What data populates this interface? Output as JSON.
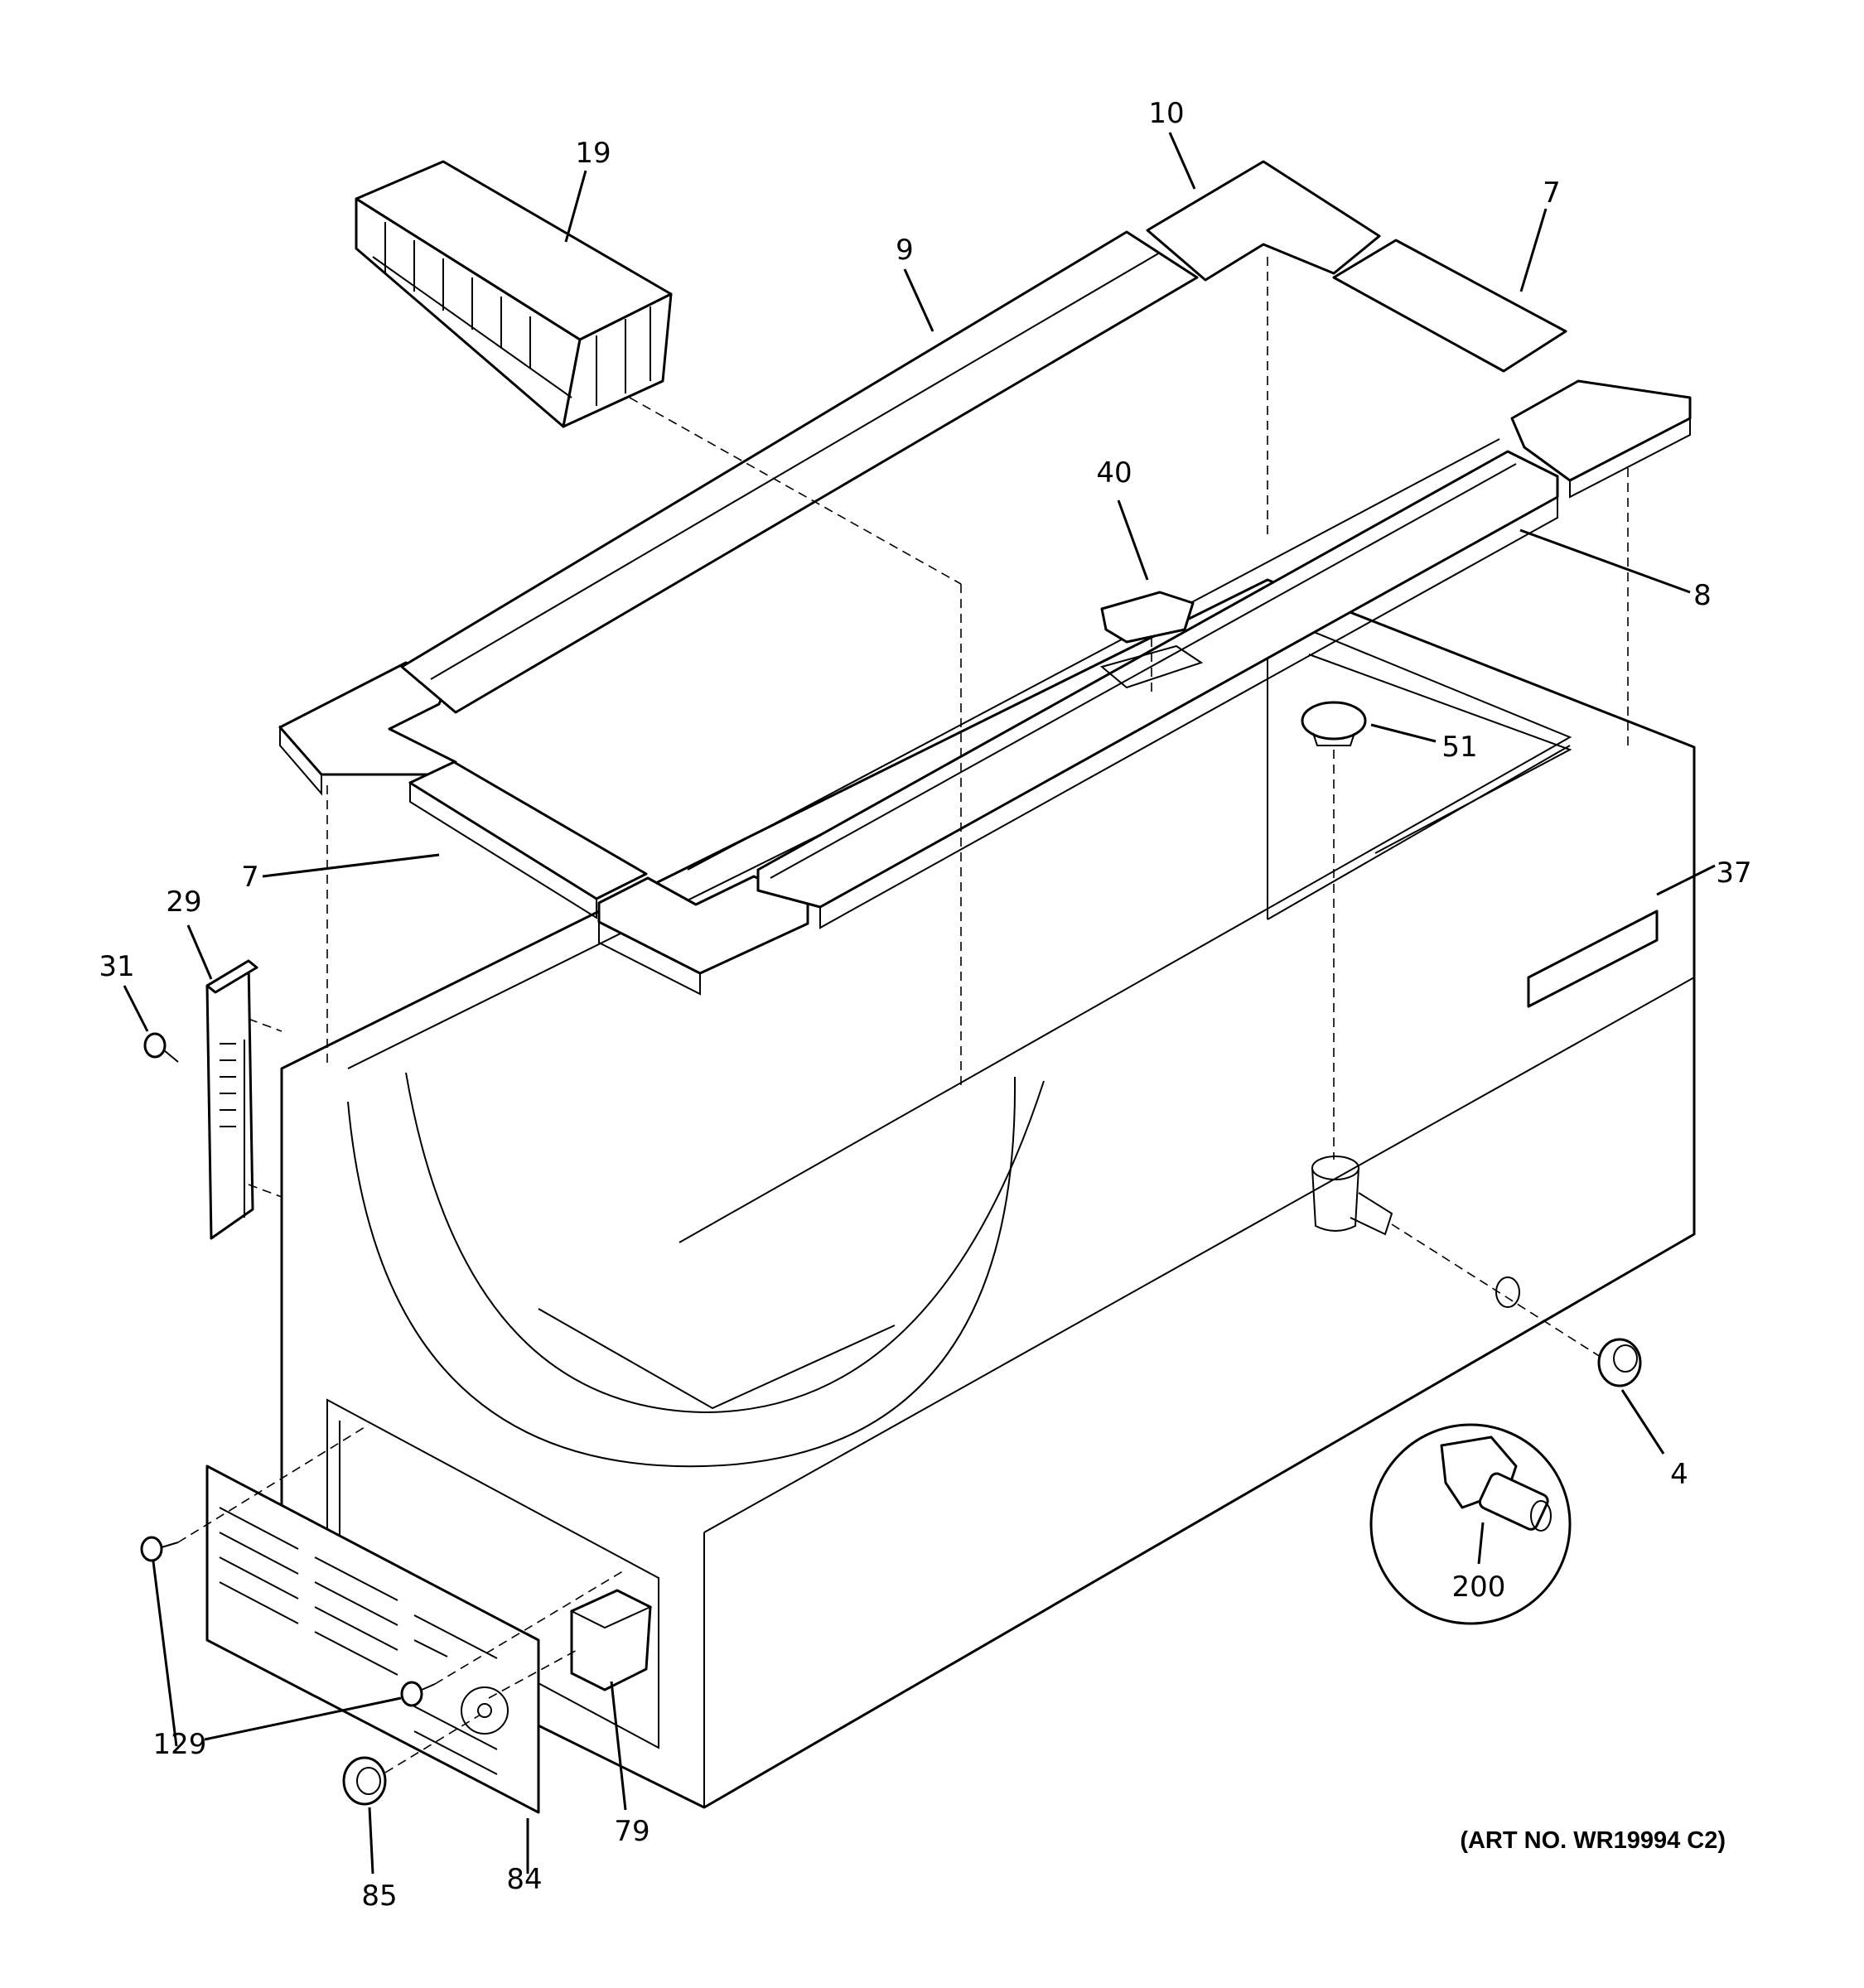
{
  "callouts": {
    "p19": "19",
    "p10": "10",
    "p7_top": "7",
    "p9": "9",
    "p40": "40",
    "p8": "8",
    "p51": "51",
    "p7_left": "7",
    "p37": "37",
    "p29": "29",
    "p31": "31",
    "p4": "4",
    "p200": "200",
    "p129": "129",
    "p79": "79",
    "p85": "85",
    "p84": "84"
  },
  "art_number": "(ART NO. WR19994 C2)"
}
